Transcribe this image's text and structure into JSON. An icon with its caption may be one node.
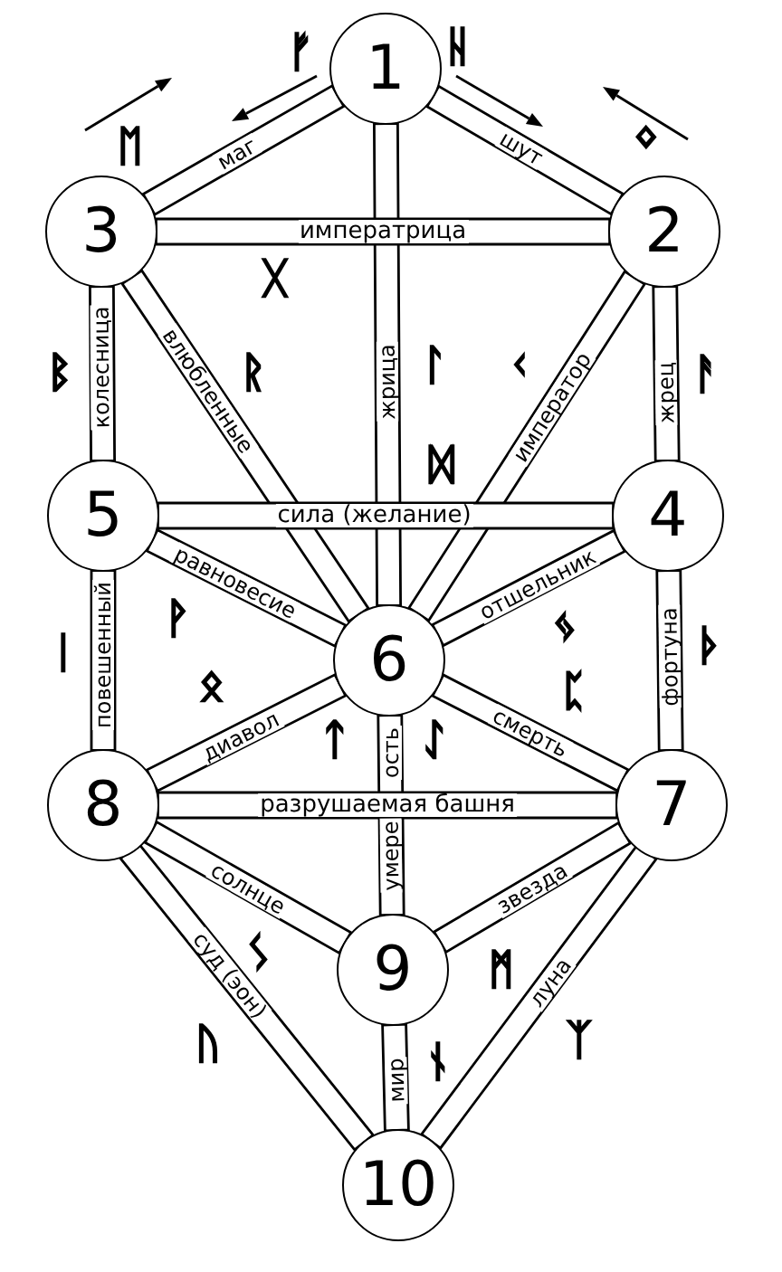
{
  "diagram": {
    "nodes": [
      {
        "text": [
          "1"
        ]
      },
      {
        "text": [
          "3"
        ]
      },
      {
        "text": [
          "2"
        ]
      },
      {
        "text": [
          "5"
        ]
      },
      {
        "text": [
          "4"
        ]
      },
      {
        "text": [
          "6"
        ]
      },
      {
        "text": [
          "8"
        ]
      },
      {
        "text": [
          "7"
        ]
      },
      {
        "text": [
          "9"
        ]
      },
      {
        "text": [
          "10"
        ]
      }
    ],
    "edges": [
      {
        "from": 0,
        "to": 1,
        "arrow": "none",
        "label": "маг"
      },
      {
        "from": 0,
        "to": 2,
        "arrow": "none",
        "label": "шут"
      },
      {
        "from": 1,
        "to": 2,
        "arrow": "none",
        "label": "императрица"
      },
      {
        "from": 1,
        "to": 3,
        "arrow": "none",
        "label": "колесница"
      },
      {
        "from": 1,
        "to": 5,
        "arrow": "none",
        "label": "влюбленные"
      },
      {
        "from": 0,
        "to": 5,
        "arrow": "none",
        "label": "жрица"
      },
      {
        "from": 2,
        "to": 5,
        "arrow": "none",
        "label": "император"
      },
      {
        "from": 2,
        "to": 4,
        "arrow": "none",
        "label": "жрец"
      },
      {
        "from": 3,
        "to": 4,
        "arrow": "none",
        "label": "сила (желание)"
      },
      {
        "from": 3,
        "to": 5,
        "arrow": "none",
        "label": "равновесие"
      },
      {
        "from": 4,
        "to": 5,
        "arrow": "none",
        "label": "отшельник"
      },
      {
        "from": 3,
        "to": 6,
        "arrow": "none",
        "label": "повешенный"
      },
      {
        "from": 4,
        "to": 7,
        "arrow": "none",
        "label": "фортуна"
      },
      {
        "from": 5,
        "to": 6,
        "arrow": "none",
        "label": "диавол"
      },
      {
        "from": 5,
        "to": 7,
        "arrow": "none",
        "label": "смерть"
      },
      {
        "from": 5,
        "to": 8,
        "arrow": "none",
        "label": "умере"
      },
      {
        "from": 6,
        "to": 7,
        "arrow": "none",
        "label": "разрушаемая башня"
      },
      {
        "from": 6,
        "to": 8,
        "arrow": "none",
        "label": "солнце"
      },
      {
        "from": 7,
        "to": 8,
        "arrow": "none",
        "label": "звезда"
      },
      {
        "from": 6,
        "to": 9,
        "arrow": "none",
        "label": "суд (эон)"
      },
      {
        "from": 7,
        "to": 9,
        "arrow": "none",
        "label": "луна"
      },
      {
        "from": 8,
        "to": 9,
        "arrow": "none",
        "label": "мир"
      }
    ],
    "labels": [
      "ᚠ",
      "ᚺ",
      "ᛖ",
      "ᛜ",
      "ᚷ",
      "ᛒ",
      "ᚱ",
      "ᛚ",
      "ᚲ",
      "ᚨ",
      "ᛞ",
      "ᛁ",
      "ᚹ",
      "ᛃ",
      "ᚦ",
      "ᛟ",
      "ᛈ",
      "ᛏ",
      "ость",
      "ᛇ",
      "ᛊ",
      "ᛗ",
      "ᚢ",
      "ᚾ",
      "ᛉ"
    ]
  }
}
